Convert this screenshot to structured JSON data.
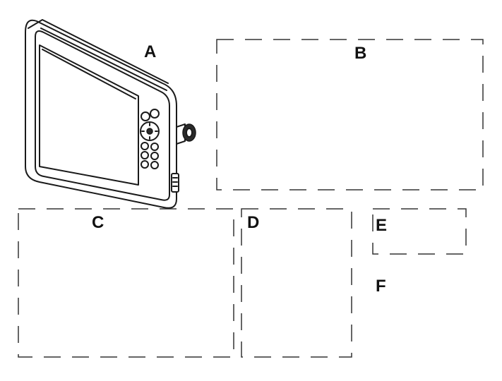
{
  "labels": {
    "a": "A",
    "b": "B",
    "c": "C",
    "d": "D",
    "e": "E",
    "f": "F"
  },
  "colors": {
    "stroke": "#1a1a1a",
    "frame": "#333333",
    "fill_light": "#ffffff",
    "fill_mid": "#9a9a9a",
    "fill_dark": "#2a2a2a"
  }
}
